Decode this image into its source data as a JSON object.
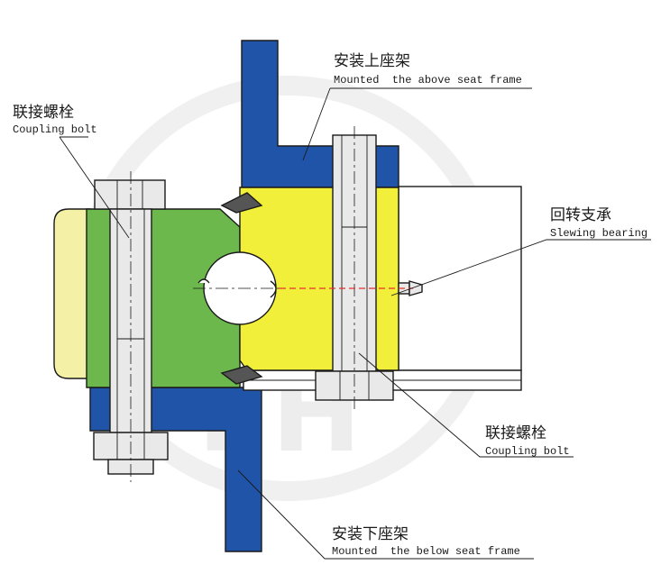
{
  "labels": {
    "upper_frame_cn": "安装上座架",
    "upper_frame_en": "Mounted  the above seat frame",
    "coupling_bolt_left_cn": "联接螺栓",
    "coupling_bolt_left_en": "Coupling bolt",
    "slewing_bearing_cn": "回转支承",
    "slewing_bearing_en": "Slewing bearing",
    "coupling_bolt_right_cn": "联接螺栓",
    "coupling_bolt_right_en": "Coupling bolt",
    "lower_frame_cn": "安装下座架",
    "lower_frame_en": "Mounted  the below seat frame",
    "watermark": "FH"
  },
  "colors": {
    "frame_blue": "#1f54a9",
    "outer_ring_green": "#6cb84d",
    "inner_ring_yellow": "#f2ef3a",
    "pale_yellow": "#f4f0a6",
    "bolt_gray": "#e9e9e9",
    "centerline_red": "#e5302b",
    "watermark_gray": "#e8e8e8"
  }
}
